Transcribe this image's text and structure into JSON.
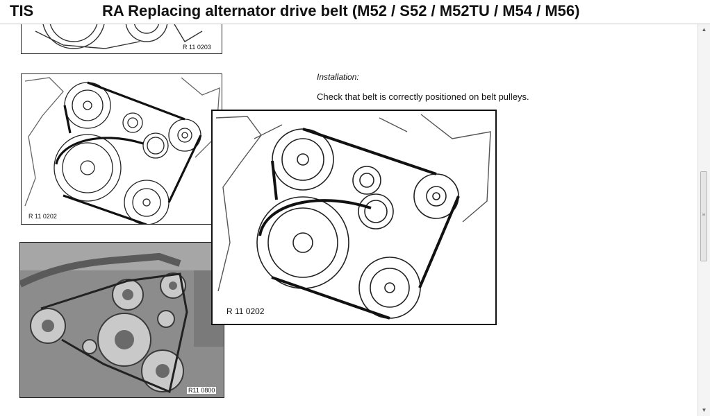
{
  "app": {
    "name": "TIS"
  },
  "document": {
    "title": "RA  Replacing alternator drive belt (M52 / S52 / M52TU / M54 / M56)"
  },
  "section": {
    "heading": "Installation:",
    "instruction": "Check that belt is correctly positioned on belt pulleys."
  },
  "figures": [
    {
      "label": "R 11 0203"
    },
    {
      "label": "R 11 0202"
    },
    {
      "label": "R11 0800"
    },
    {
      "label": "R 11 0202"
    }
  ],
  "scrollbar": {
    "up_icon": "triangle-up",
    "down_icon": "triangle-down"
  }
}
